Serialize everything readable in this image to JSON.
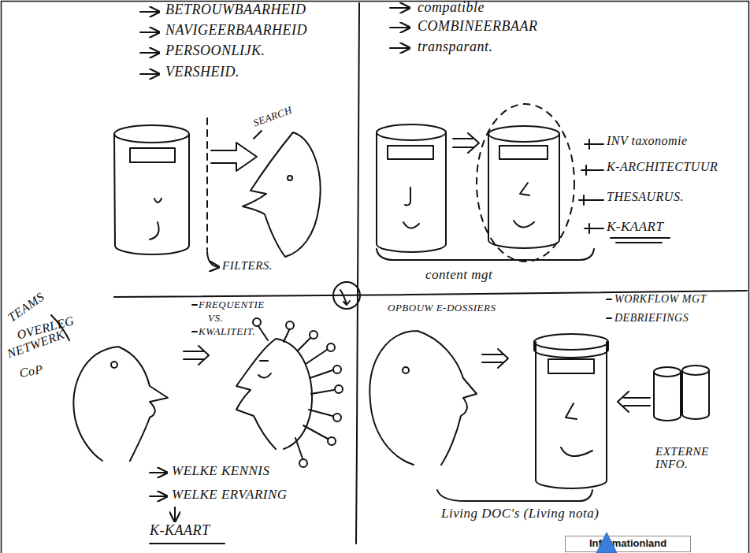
{
  "diagram": {
    "nodes": [
      {
        "text": [
          "Informationland"
        ]
      }
    ],
    "labels": [
      "BETROUWBAARHEID",
      "NAVIGEERBAARHEID",
      "PERSOONLIJK.",
      "VERSHEID.",
      "SEARCH",
      "FILTERS.",
      "compatible",
      "COMBINEERBAAR",
      "transparant.",
      "INV taxonomie",
      "K-ARCHITECTUUR",
      "THESAURUS.",
      "K-KAART",
      "content mgt",
      "TEAMS",
      "OVERLEG",
      "NETWERK",
      "CoP",
      "FREQUENTIE",
      "VS.",
      "KWALITEIT.",
      "WELKE KENNIS",
      "WELKE ERVARING",
      "K-KAART",
      "OPBOUW E-DOSSIERS",
      "WORKFLOW MGT",
      "DEBRIEFINGS",
      "EXTERNE INFO.",
      "Living DOC's (Living nota)"
    ]
  }
}
